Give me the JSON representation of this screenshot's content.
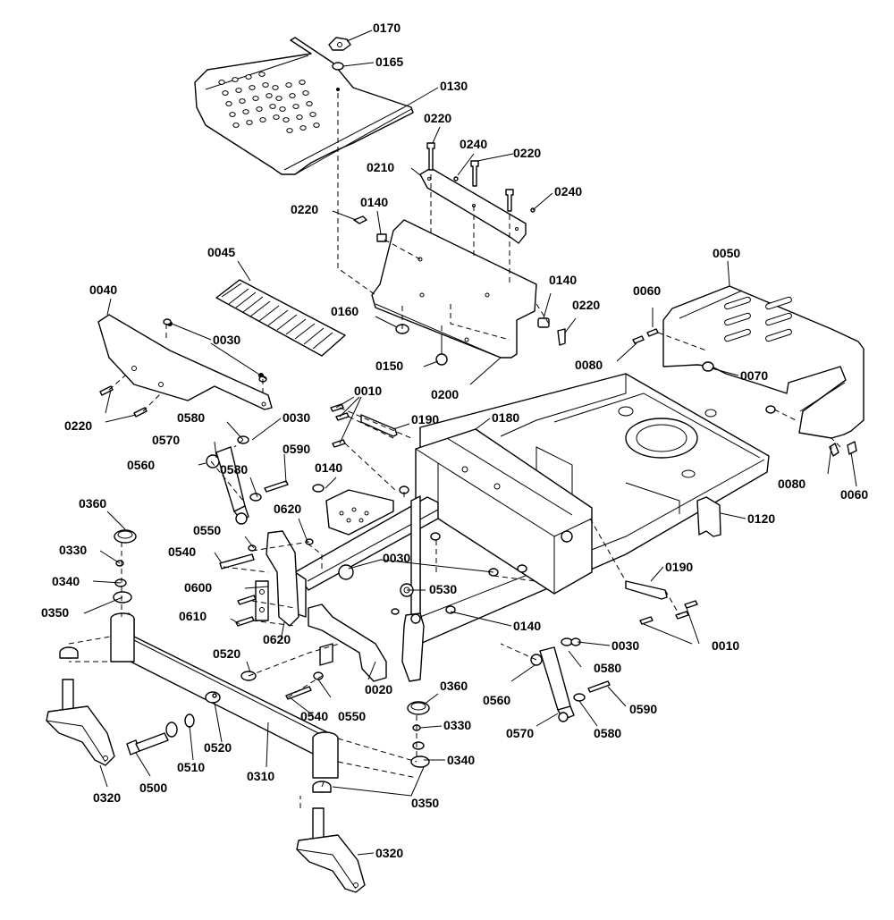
{
  "labels": {
    "p0170": "0170",
    "p0165": "0165",
    "p0130": "0130",
    "p0220_a": "0220",
    "p0240_a": "0240",
    "p0220_b": "0220",
    "p0210": "0210",
    "p0240_b": "0240",
    "p0220_c": "0220",
    "p0140_a": "0140",
    "p0045": "0045",
    "p0040": "0040",
    "p0050": "0050",
    "p0060_a": "0060",
    "p0140_b": "0140",
    "p0220_d": "0220",
    "p0160": "0160",
    "p0030_a": "0030",
    "p0080_a": "0080",
    "p0070": "0070",
    "p0150": "0150",
    "p0200": "0200",
    "p0220_e": "0220",
    "p0010_a": "0010",
    "p0190_a": "0190",
    "p0180": "0180",
    "p0580_a": "0580",
    "p0030_b": "0030",
    "p0570_a": "0570",
    "p0590_a": "0590",
    "p0560_a": "0560",
    "p0580_b": "0580",
    "p0140_c": "0140",
    "p0080_b": "0080",
    "p0060_b": "0060",
    "p0360_a": "0360",
    "p0620_a": "0620",
    "p0120": "0120",
    "p0550_a": "0550",
    "p0540_a": "0540",
    "p0330_a": "0330",
    "p0030_c": "0030",
    "p0190_b": "0190",
    "p0340_a": "0340",
    "p0600": "0600",
    "p0530": "0530",
    "p0350_a": "0350",
    "p0610": "0610",
    "p0140_d": "0140",
    "p0620_b": "0620",
    "p0030_d": "0030",
    "p0010_b": "0010",
    "p0520_a": "0520",
    "p0580_c": "0580",
    "p0020": "0020",
    "p0560_b": "0560",
    "p0360_b": "0360",
    "p0540_b": "0540",
    "p0550_b": "0550",
    "p0590_b": "0590",
    "p0330_b": "0330",
    "p0570_b": "0570",
    "p0580_d": "0580",
    "p0520_b": "0520",
    "p0340_b": "0340",
    "p0510": "0510",
    "p0310": "0310",
    "p0500": "0500",
    "p0320_a": "0320",
    "p0350_b": "0350",
    "p0320_b": "0320"
  }
}
